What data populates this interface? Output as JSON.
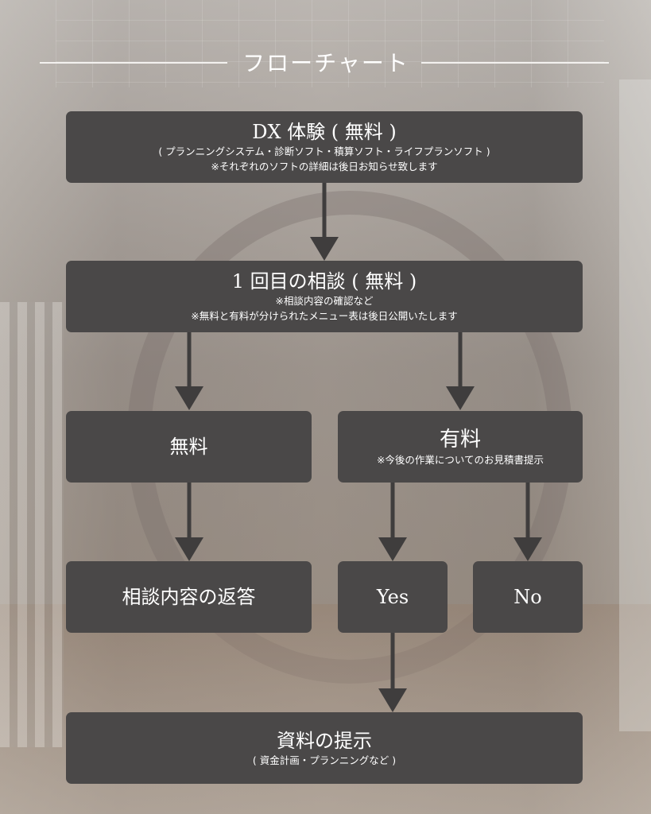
{
  "header": {
    "title": "フローチャート"
  },
  "steps": {
    "dx": {
      "title": "DX 体験 ( 無料 )",
      "sub1": "( プランニングシステム・診断ソフト・積算ソフト・ライフプランソフト )",
      "sub2": "※それぞれのソフトの詳細は後日お知らせ致します"
    },
    "consult": {
      "title": "1 回目の相談 ( 無料 )",
      "sub1": "※相談内容の確認など",
      "sub2": "※無料と有料が分けられたメニュー表は後日公開いたします"
    },
    "free": {
      "title": "無料"
    },
    "paid": {
      "title": "有料",
      "sub1": "※今後の作業についてのお見積書提示"
    },
    "reply": {
      "title": "相談内容の返答"
    },
    "yes": {
      "title": "Yes"
    },
    "no": {
      "title": "No"
    },
    "materials": {
      "title": "資料の提示",
      "sub1": "( 資金計画・プランニングなど )"
    }
  },
  "colors": {
    "box": "#4a4848",
    "arrow": "#3f3d3d",
    "text": "#ffffff"
  }
}
